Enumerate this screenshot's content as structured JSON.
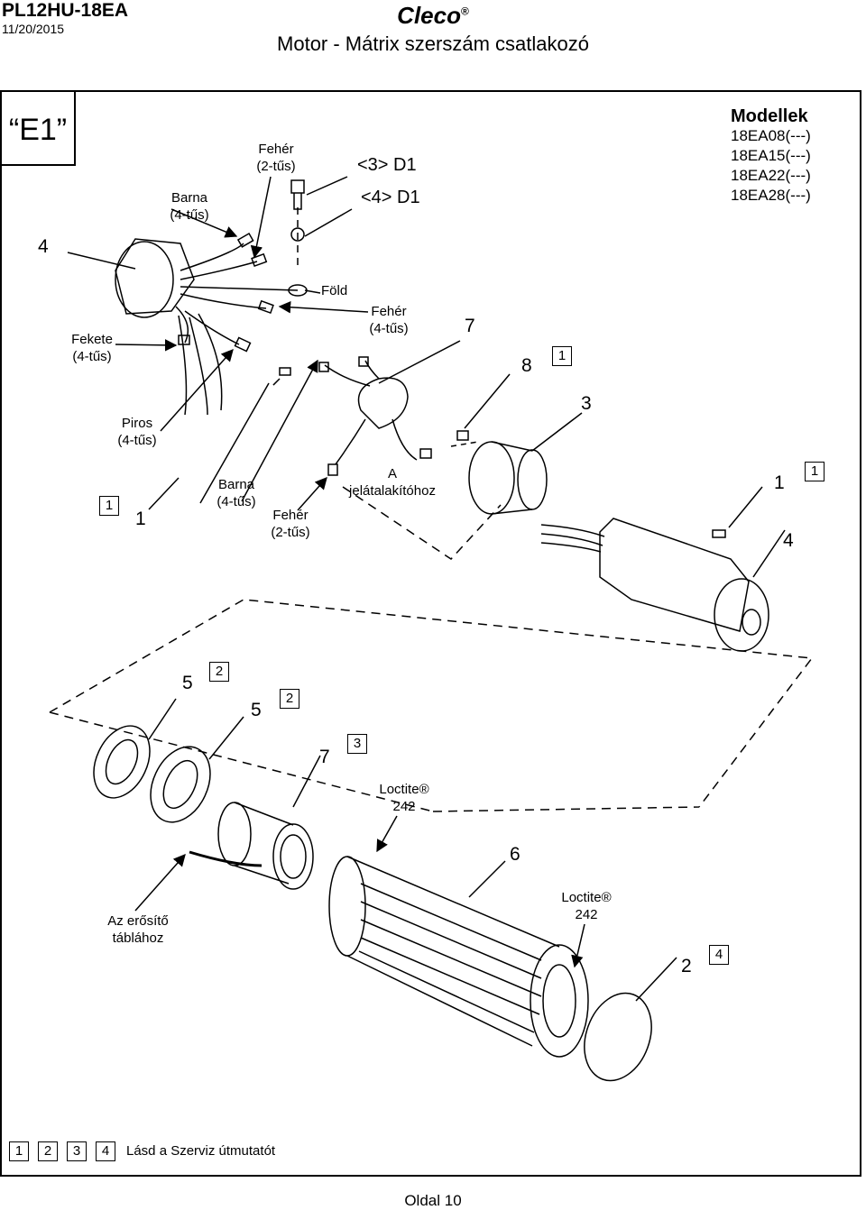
{
  "header": {
    "doc_id": "PL12HU-18EA",
    "date": "11/20/2015",
    "brand": "Cleco",
    "brand_mark": "®",
    "title": "Motor - Mátrix szerszám csatlakozó"
  },
  "section": "“E1”",
  "models": {
    "heading": "Modellek",
    "items": [
      "18EA08(---)",
      "18EA15(---)",
      "18EA22(---)",
      "18EA28(---)"
    ]
  },
  "labels": {
    "feher_2_top": [
      "Fehér",
      "(2-tűs)"
    ],
    "barna_4_top": [
      "Barna",
      "(4-tűs)"
    ],
    "d1_3": "<3> D1",
    "d1_4": "<4> D1",
    "fold": "Föld",
    "feher_4": [
      "Fehér",
      "(4-tűs)"
    ],
    "fekete_4": [
      "Fekete",
      "(4-tűs)"
    ],
    "piros_4": [
      "Piros",
      "(4-tűs)"
    ],
    "barna_4_bottom": [
      "Barna",
      "(4-tűs)"
    ],
    "feher_2_bottom": [
      "Fehér",
      "(2-tűs)"
    ],
    "jelatalakito": [
      "A",
      "jelátalakítóhoz"
    ],
    "loctite_1": [
      "Loctite®",
      "242"
    ],
    "loctite_2": [
      "Loctite®",
      "242"
    ],
    "erosito": [
      "Az erősítő",
      "táblához"
    ]
  },
  "callouts": {
    "n4_top": "4",
    "n7_top": "7",
    "n8": "8",
    "n3": "3",
    "n1_left": "1",
    "n1_right": "1",
    "n4_right": "4",
    "n5_a": "5",
    "n5_b": "5",
    "n7_mid": "7",
    "n6": "6",
    "n2_bottom": "2"
  },
  "boxes": {
    "b1_top": "1",
    "b1_left": "1",
    "b1_right": "1",
    "b2_a": "2",
    "b2_b": "2",
    "b3": "3",
    "b4": "4"
  },
  "legend": {
    "boxes": [
      "1",
      "2",
      "3",
      "4"
    ],
    "text": "Lásd a Szerviz útmutatót"
  },
  "footer": "Oldal 10"
}
